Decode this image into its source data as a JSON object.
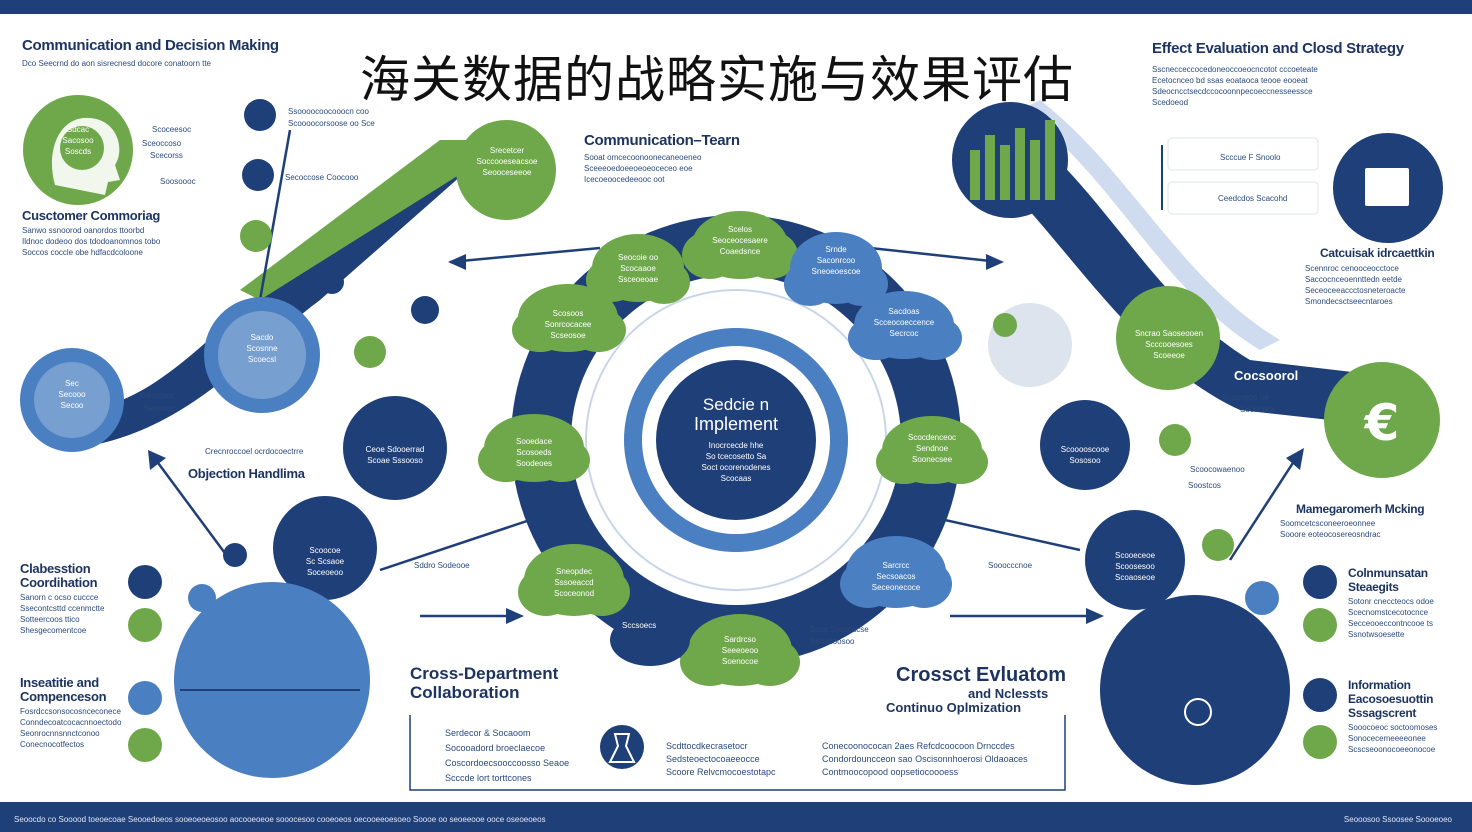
{
  "title": "海关数据的战略实施与效果评估",
  "sections": {
    "comm_decision": {
      "heading": "Communication and Decision Making",
      "sub": "Dco Seecrnd do aon sisrecnesd docore conatoorn tte"
    },
    "customer": {
      "heading": "Cusctomer Commoriag",
      "lines": [
        "Sanwo ssnoorod oanordos ttoorbd",
        "Ildnoc dodeoo dos tdodoanomnos tobo",
        "Soccos coccle obe hdfacdcoloone"
      ]
    },
    "objection": {
      "heading": "Objection Handlima",
      "sub": "Crecnroccoel ocrdocoectrre"
    },
    "stakeholder": {
      "heading": "Clabesstion Coordihation",
      "lines": [
        "Sanorn c ocso cuccce",
        "Ssecontcsttd ccenmctte",
        "Sotteercoos ttico",
        "Shesgecomentcoe"
      ]
    },
    "incentive": {
      "heading": "Inseatitie and Compenceson",
      "lines": [
        "Fosrdccsonsocosnceconece",
        "Conndecoatcocacnnoectodo",
        "Seonrocnnsnnctconoo",
        "Conecnocotfectos"
      ]
    },
    "comm_team": {
      "heading": "Communication–Tearn",
      "lines": [
        "Sooat omcecoonoonecaneoeneo",
        "Sceeeoedoeeoeoeoceceo eoe",
        "Icecoeoocedeeooc oot"
      ]
    },
    "effect_eval": {
      "heading": "Effect Evaluation and Closd Strategy",
      "lines": [
        "Sscnecceccocedoneoccoeocncotot cccoeteate",
        "Ecetocnceo bd ssas eoataoca teooe eooeat",
        "Sdeocncctsecdccocoonnpecoeccnesseessce",
        "Scedoeod"
      ]
    },
    "calcul": {
      "heading": "Catcuisak idrcaettkin",
      "lines": [
        "Scennroc cenooceocctoce",
        "Saccocnceoennttedn eetde",
        "Seceoceeaccctosneteroacte",
        "Smondecsctseecntaroes"
      ]
    },
    "mgmt": {
      "heading": "Mamegaromerh Mcking",
      "lines": [
        "Soomcetcsconeeroeonnee",
        "Sooore eoteocosereosndrac"
      ]
    },
    "comm_strat": {
      "heading": "Colnmunsatan Steaegits",
      "lines": [
        "Sotonr cneccteocs odoe",
        "Scecnomstcecotocnce",
        "Secceooeccontncooe ts",
        "Ssnotwsoesette"
      ]
    },
    "info": {
      "heading": "Information Eacosoesuottin Sssagscrent",
      "lines": [
        "Sooocoeoc soctoomoses",
        "Sonocecemeeeeonee",
        "Scscseoonocoeeonocoe"
      ]
    },
    "cross_dept": {
      "heading": "Cross-Department Collaboration",
      "lines": [
        "Serdecor & Socaoom",
        "Socooadord broeclaecoe",
        "Coscordoecsooccoosso Seaoe",
        "Scccde lort torttcones"
      ]
    },
    "cross_eval": {
      "heading1": "Crossct Evluatom",
      "heading2": "and Nclessts",
      "heading3": "Continuo Oplmization"
    },
    "box_mid": {
      "lines": [
        "Scdttocdkecrasetocr",
        "Sedsteoectocoaeeocce",
        "Scoore Relvcmocoestotapc"
      ]
    },
    "box_right": {
      "lines": [
        "Conecoonococan 2aes Refcdcoocoon Drnccdes",
        "Condordouncceon sao Oscisonnhoerosi Oldaoaces",
        "Contmoocopood oopsetiocoooess"
      ]
    }
  },
  "core": {
    "label1": "Sedcie n",
    "label2": "Implement",
    "lines": [
      "Inocrcecde hhe",
      "So tcecosetto Sa",
      "Soct ocorenodenes",
      "Scocaas"
    ]
  },
  "clouds": [
    {
      "lines": [
        "Srecetcer",
        "Soccooeseacsoe",
        "Seooceseeoe"
      ]
    },
    {
      "lines": [
        "Scelos",
        "Seoceocesaere",
        "Coaedsnce"
      ]
    },
    {
      "lines": [
        "Seocoie oo",
        "Scocaaoe",
        "Ssceoeoae"
      ]
    },
    {
      "lines": [
        "Srnde",
        "Saconrcoo",
        "Sneoeoescoe"
      ]
    },
    {
      "lines": [
        "Sacdoas",
        "Scceocoeccence",
        "Secrcoc"
      ]
    },
    {
      "lines": [
        "Scosoos",
        "Sonrcocacee",
        "Scseosoe"
      ]
    },
    {
      "lines": [
        "Sooedace",
        "Scosoeds",
        "Soodeoes"
      ]
    },
    {
      "lines": [
        "Scocdenceoc",
        "Sendnoe",
        "Soonecsee"
      ]
    },
    {
      "lines": [
        "Sneopdec",
        "Sssoeaccd",
        "Scoceonod"
      ]
    },
    {
      "lines": [
        "Sarcrcc",
        "Secsoacos",
        "Seceonecoce"
      ]
    },
    {
      "lines": [
        "Sardrcso",
        "Seeeoeoo",
        "Soenocoe"
      ]
    }
  ],
  "side_circles": {
    "left_top": {
      "lines": [
        "Sdcac",
        "Sacosoo",
        "Soscds"
      ]
    },
    "left_mid": {
      "lines": [
        "Sacdo",
        "Scosnne",
        "Scoecsl"
      ]
    },
    "left_low": {
      "lines": [
        "Sec",
        "Secooo",
        "Secoo"
      ]
    },
    "node_a": {
      "lines": [
        "Ceoe Sdooerrad",
        "Scoae Sssooso"
      ]
    },
    "node_b": {
      "lines": [
        "Scoocoe",
        "Sc Scsaoe",
        "Soceoeoo"
      ]
    },
    "right_green": {
      "lines": [
        "Sncrao Saoseooen",
        "Scccooesoes",
        "Scoeeoe"
      ]
    },
    "right_node": {
      "lines": [
        "Scooooscooe",
        "Sososoo"
      ]
    },
    "right_node2": {
      "lines": [
        "Scooeceoe",
        "Scoosesoo",
        "Scoaoseoe"
      ]
    },
    "pill1": "Scccue F Snoolo",
    "pill2": "Ceedcdos Scacohd",
    "band_label": "Cocsoorol"
  },
  "small_labels": [
    "Ssoooocoocooocn coo",
    "Scoooocorsoose oo Sce",
    "Scoceesoc",
    "Sceoccoso",
    "Scecorss",
    "Soosoooc",
    "Secoccose Coocooo",
    "Sdoccsoc",
    "Secosoc",
    "Sddro Sodeooe",
    "Sccsoecs",
    "Scos Sosscacse",
    "Seocdoosoo",
    "Scooceoo oe",
    "Sooncoce",
    "Scoocowaenoo",
    "Soostcos",
    "Sooocccnoe"
  ],
  "footer": {
    "text": "Seoocdo co Sooood toeoecoae Seooedoeos sooeoeoeosoo aocooeoeoe sooocesoo cooeoeos oecooeeoesoeo Soooe oo seoeeooe ooce oseoeoeos",
    "right": "Seooosoo Ssoosee Soooeoeo"
  }
}
